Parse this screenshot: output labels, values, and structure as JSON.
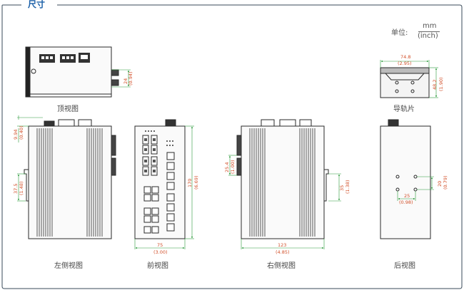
{
  "header": {
    "title": "尺寸"
  },
  "units": {
    "label": "单位:",
    "primary": "mm",
    "secondary": "(inch)"
  },
  "views": {
    "top": "顶视图",
    "rail": "导轨片",
    "left": "左侧视图",
    "front": "前视图",
    "right": "右侧视图",
    "back": "后视图"
  },
  "dims": {
    "top_depth": {
      "mm": "24",
      "in": "(0.94)"
    },
    "rail_width": {
      "mm": "74.8",
      "in": "(2.95)"
    },
    "rail_height": {
      "mm": "48.2",
      "in": "(1.90)"
    },
    "left_top": {
      "mm": "9.94",
      "in": "(0.40)"
    },
    "left_clip": {
      "mm": "37.5",
      "in": "(1.48)"
    },
    "front_height": {
      "mm": "170",
      "in": "(6.69)"
    },
    "front_width": {
      "mm": "75",
      "in": "(3.00)"
    },
    "right_side": {
      "mm": "25.4",
      "in": "(1.00)"
    },
    "right_clip": {
      "mm": "35",
      "in": "(1.38)"
    },
    "right_width": {
      "mm": "123",
      "in": "(4.85)"
    },
    "back_holes_v": {
      "mm": "20",
      "in": "(0.79)"
    },
    "back_holes_h": {
      "mm": "25",
      "in": "(0.98)"
    }
  },
  "colors": {
    "title": "#1a5fa8",
    "frame": "#3a4a5a",
    "dimension": "#d2502a",
    "drawing": "#2a2a2a"
  }
}
